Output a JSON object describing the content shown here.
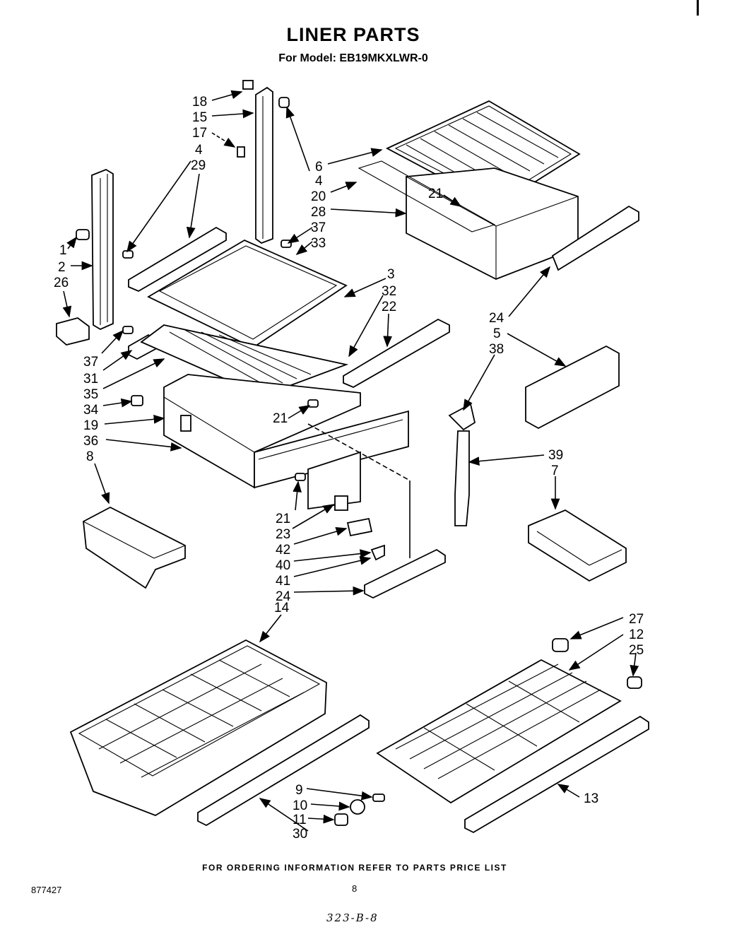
{
  "header": {
    "title": "LINER PARTS",
    "subtitle": "For Model: EB19MKXLWR-0"
  },
  "footer": {
    "ordering_note": "FOR ORDERING INFORMATION REFER TO PARTS PRICE LIST",
    "document_number": "877427",
    "page_number": "8",
    "handwritten_code": "323-B-8"
  },
  "callouts": [
    "18",
    "15",
    "17",
    "4",
    "29",
    "6",
    "4",
    "20",
    "28",
    "21",
    "37",
    "33",
    "1",
    "2",
    "26",
    "3",
    "32",
    "22",
    "24",
    "5",
    "38",
    "37",
    "31",
    "35",
    "34",
    "19",
    "21",
    "36",
    "8",
    "39",
    "7",
    "21",
    "23",
    "42",
    "40",
    "41",
    "24",
    "14",
    "27",
    "12",
    "25",
    "9",
    "10",
    "11",
    "30",
    "13"
  ]
}
